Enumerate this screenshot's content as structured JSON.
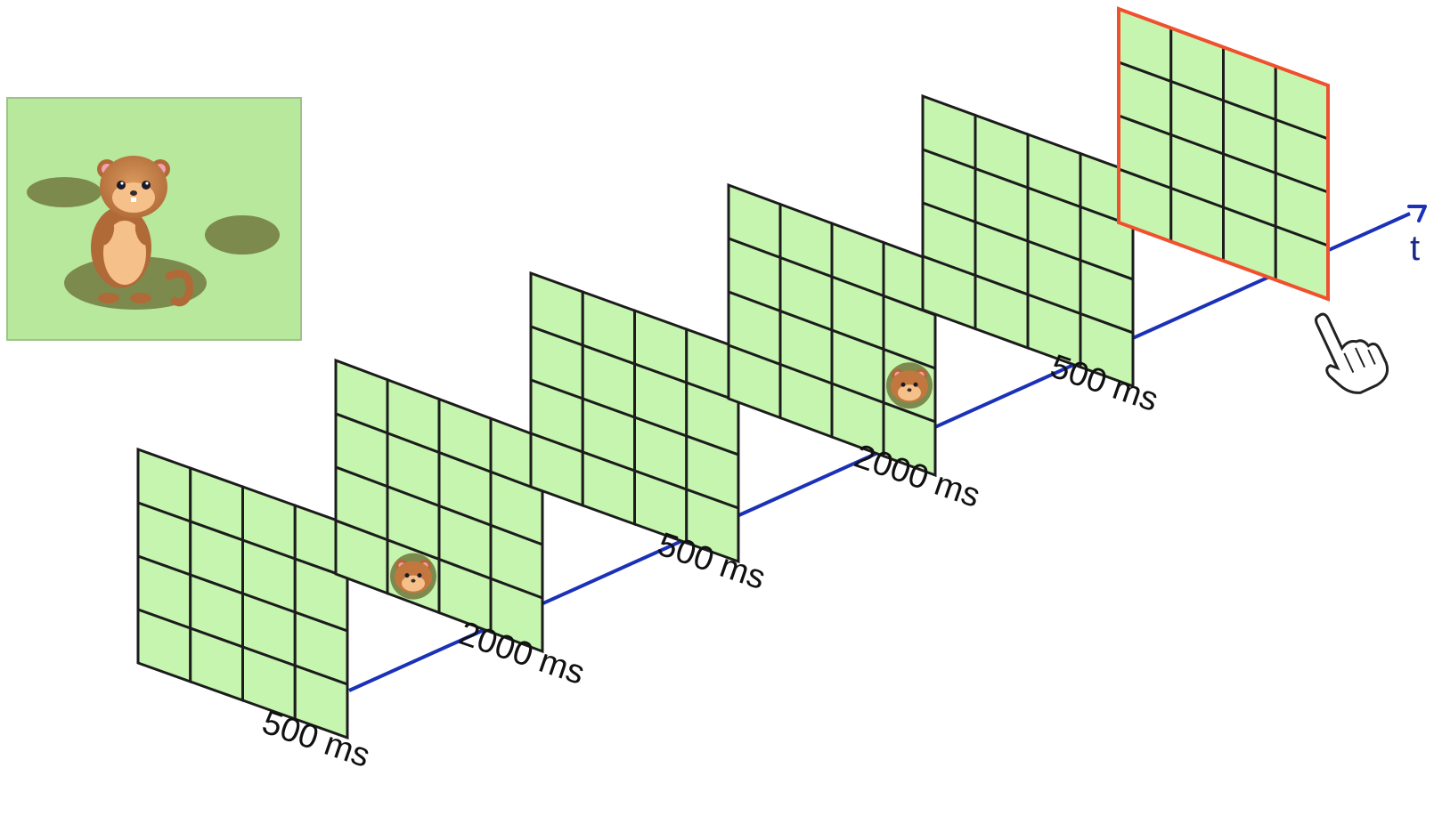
{
  "example": {
    "background_color": "#b7e89c",
    "character": "groundhog"
  },
  "screens": [
    {
      "duration": "500 ms",
      "target_cell": null,
      "highlight": false
    },
    {
      "duration": "2000 ms",
      "target_cell": [
        3,
        1
      ],
      "highlight": false
    },
    {
      "duration": "500 ms",
      "target_cell": null,
      "highlight": false
    },
    {
      "duration": "2000 ms",
      "target_cell": [
        2,
        3
      ],
      "highlight": false
    },
    {
      "duration": "500 ms",
      "target_cell": null,
      "highlight": false
    },
    {
      "duration": "",
      "target_cell": null,
      "highlight": true
    }
  ],
  "grid": {
    "rows": 4,
    "cols": 4
  },
  "time_axis": {
    "label": "t",
    "color": "#1a31b8"
  },
  "colors": {
    "cell_fill": "#c6f5b0",
    "cell_stroke": "#1c1c1c",
    "highlight_border": "#f0502d"
  },
  "response_icon": "pointing-hand-icon"
}
